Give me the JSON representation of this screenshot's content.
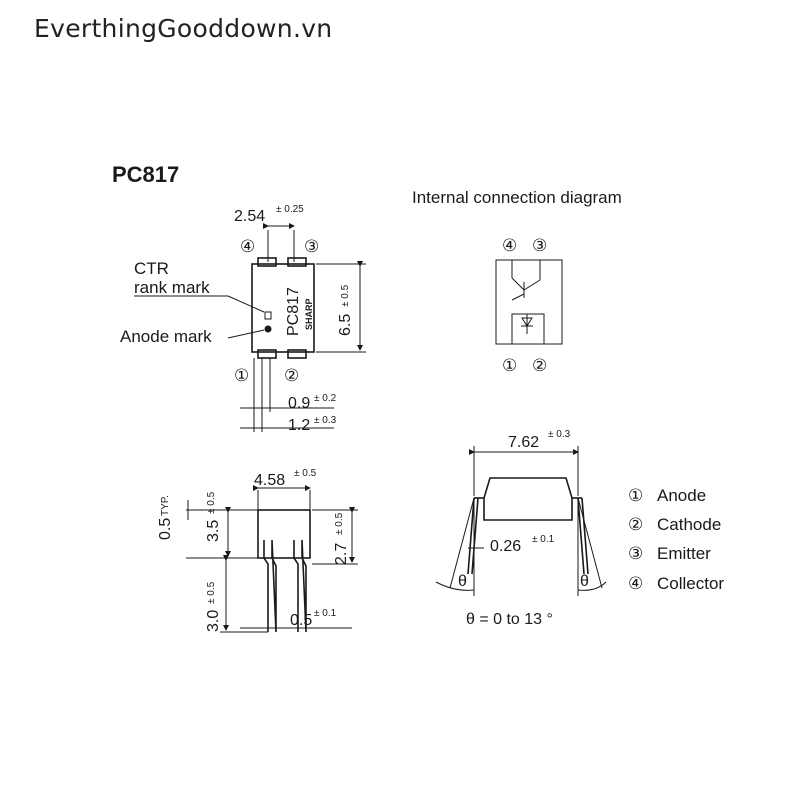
{
  "watermark": "EverthingGooddown.vn",
  "title": "PC817",
  "internal_caption": "Internal connection diagram",
  "top_view": {
    "pitch": "2.54",
    "pitch_tol": "± 0.25",
    "pin4": "④",
    "pin3": "③",
    "pin1": "①",
    "pin2": "②",
    "ctr_line1": "CTR",
    "ctr_line2": "rank mark",
    "anode_mark": "Anode mark",
    "body_text": "PC817",
    "brand_text": "SHARP",
    "height": "6.5",
    "height_tol": "± 0.5",
    "d1": "0.9",
    "d1_tol": "± 0.2",
    "d2": "1.2",
    "d2_tol": "± 0.3"
  },
  "internal": {
    "pin4": "④",
    "pin3": "③",
    "pin1": "①",
    "pin2": "②"
  },
  "side_view": {
    "width": "4.58",
    "width_tol": "± 0.5",
    "typ": "0.5",
    "typ_sup": "TYP.",
    "h1": "3.5",
    "h1_tol": "± 0.5",
    "h2": "2.7",
    "h2_tol": "± 0.5",
    "lead": "3.0",
    "lead_tol": "± 0.5",
    "lead_w": "0.5",
    "lead_w_tol": "± 0.1"
  },
  "end_view": {
    "span": "7.62",
    "span_tol": "± 0.3",
    "thick": "0.26",
    "thick_tol": "± 0.1",
    "theta1": "θ",
    "theta2": "θ",
    "theta_range": "θ = 0 to 13 °"
  },
  "pin_legend": [
    {
      "num": "①",
      "name": "Anode"
    },
    {
      "num": "②",
      "name": "Cathode"
    },
    {
      "num": "③",
      "name": "Emitter"
    },
    {
      "num": "④",
      "name": "Collector"
    }
  ]
}
